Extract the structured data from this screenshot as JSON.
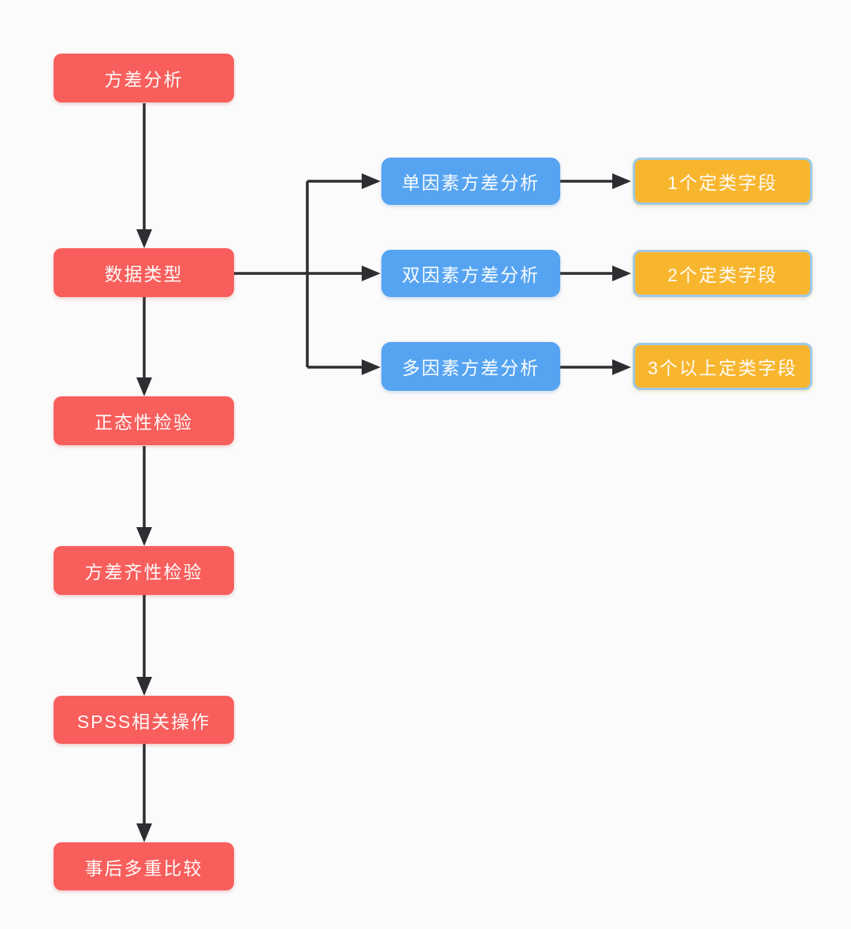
{
  "diagram": {
    "type": "flowchart",
    "nodes": [
      {
        "id": "anova",
        "label": "方差分析",
        "kind": "primary"
      },
      {
        "id": "data-type",
        "label": "数据类型",
        "kind": "primary"
      },
      {
        "id": "normality-test",
        "label": "正态性检验",
        "kind": "primary"
      },
      {
        "id": "homogeneity-test",
        "label": "方差齐性检验",
        "kind": "primary"
      },
      {
        "id": "spss-operations",
        "label": "SPSS相关操作",
        "kind": "primary"
      },
      {
        "id": "posthoc-comparison",
        "label": "事后多重比较",
        "kind": "primary"
      },
      {
        "id": "one-way-anova",
        "label": "单因素方差分析",
        "kind": "secondary"
      },
      {
        "id": "two-way-anova",
        "label": "双因素方差分析",
        "kind": "secondary"
      },
      {
        "id": "multi-way-anova",
        "label": "多因素方差分析",
        "kind": "secondary"
      },
      {
        "id": "one-categorical-field",
        "label": "1个定类字段",
        "kind": "tertiary"
      },
      {
        "id": "two-categorical-fields",
        "label": "2个定类字段",
        "kind": "tertiary"
      },
      {
        "id": "three-plus-categorical-fields",
        "label": "3个以上定类字段",
        "kind": "tertiary"
      }
    ],
    "edges": [
      {
        "from": "anova",
        "to": "data-type"
      },
      {
        "from": "data-type",
        "to": "normality-test"
      },
      {
        "from": "normality-test",
        "to": "homogeneity-test"
      },
      {
        "from": "homogeneity-test",
        "to": "spss-operations"
      },
      {
        "from": "spss-operations",
        "to": "posthoc-comparison"
      },
      {
        "from": "data-type",
        "to": "one-way-anova"
      },
      {
        "from": "data-type",
        "to": "two-way-anova"
      },
      {
        "from": "data-type",
        "to": "multi-way-anova"
      },
      {
        "from": "one-way-anova",
        "to": "one-categorical-field"
      },
      {
        "from": "two-way-anova",
        "to": "two-categorical-fields"
      },
      {
        "from": "multi-way-anova",
        "to": "three-plus-categorical-fields"
      }
    ],
    "colors": {
      "primary": "#f75e5c",
      "secondary": "#56a4f1",
      "tertiary": "#f8b62f",
      "tertiary_border": "#9ec9e6",
      "arrow": "#2e2e32",
      "background": "#fbfbfb"
    }
  }
}
